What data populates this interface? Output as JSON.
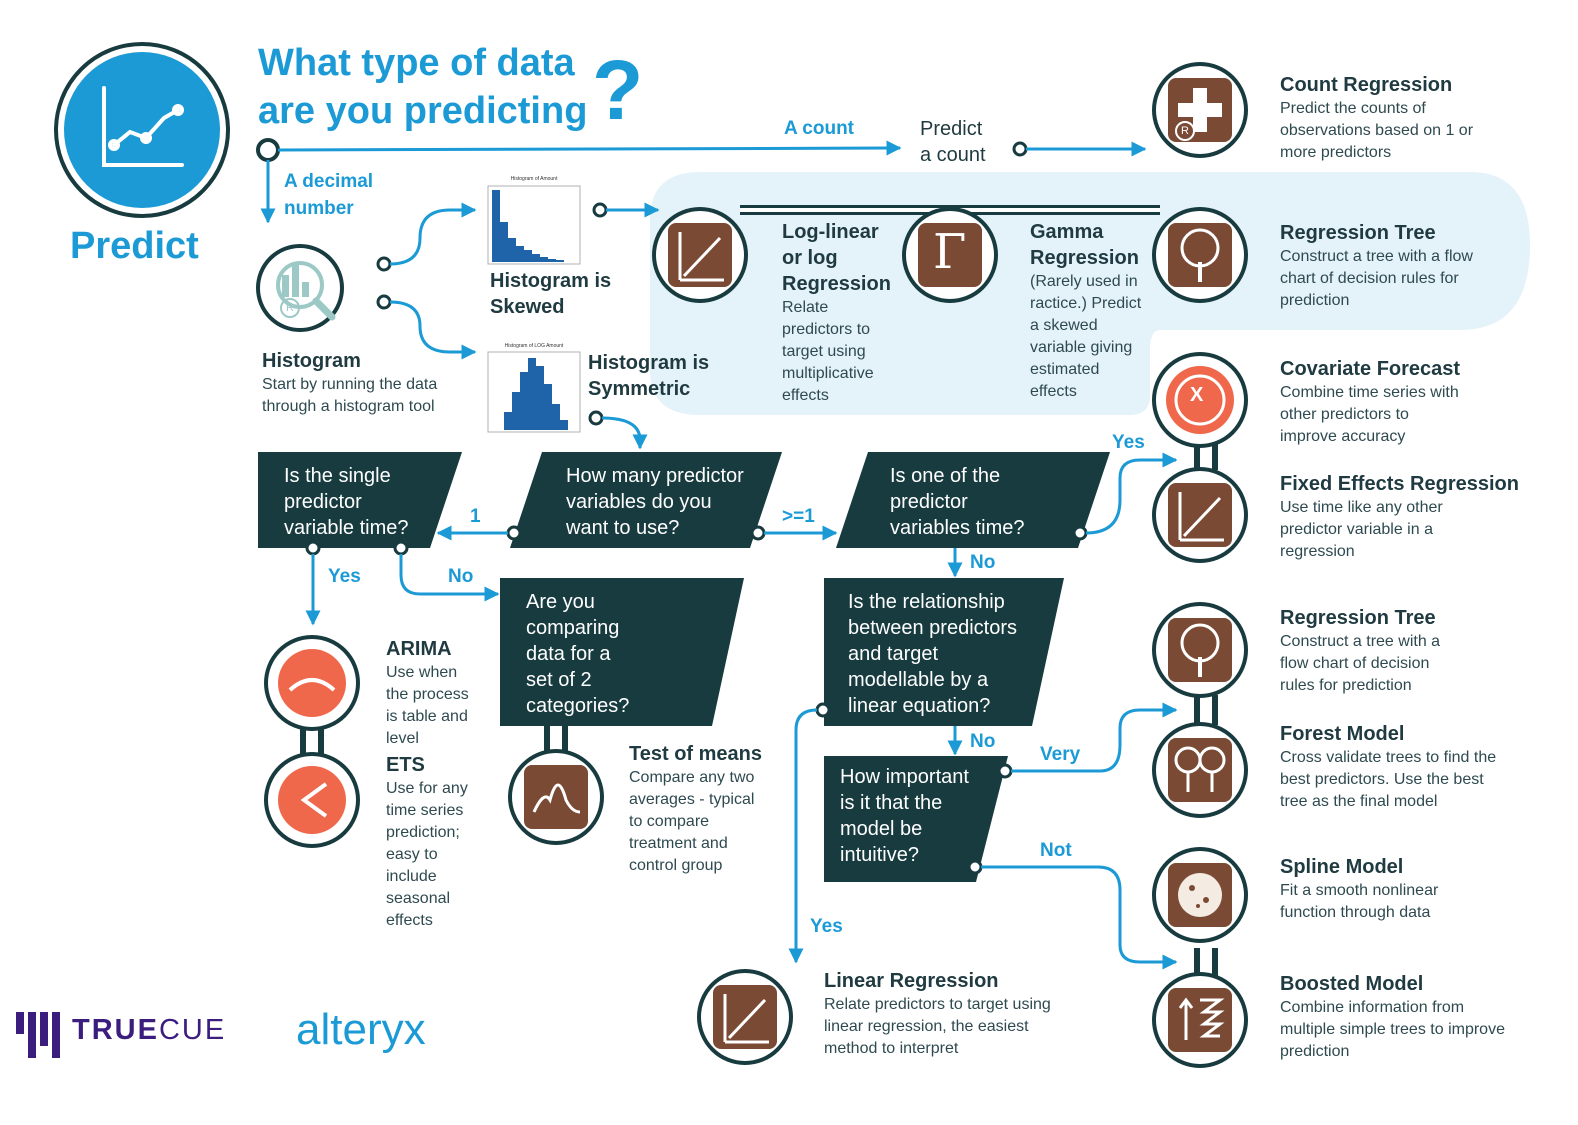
{
  "header": {
    "title_line1": "What type of data",
    "title_line2": "are you predicting",
    "qmark": "?",
    "predict_label": "Predict"
  },
  "labels": {
    "a_count": "A count",
    "predict_count_1": "Predict",
    "predict_count_2": "a count",
    "decimal_1": "A decimal",
    "decimal_2": "number",
    "hist_skewed_1": "Histogram is",
    "hist_skewed_2": "Skewed",
    "hist_sym_1": "Histogram is",
    "hist_sym_2": "Symmetric",
    "one": "1",
    "ge1": ">=1",
    "yes_top": "Yes",
    "yes_left": "Yes",
    "no_left": "No",
    "no_mid1": "No",
    "no_mid2": "No",
    "very": "Very",
    "not": "Not",
    "yes_bottom": "Yes"
  },
  "histogram": {
    "title": "Histogram",
    "desc_1": "Start by running the data",
    "desc_2": "through a histogram tool"
  },
  "questions": {
    "single_time": [
      "Is the single",
      "predictor",
      "variable time?"
    ],
    "how_many": [
      "How many predictor",
      "variables do you",
      "want to use?"
    ],
    "one_time": [
      "Is one of the",
      "predictor",
      "variables time?"
    ],
    "comparing": [
      "Are you",
      "comparing",
      "data for a",
      "set of 2",
      "categories?"
    ],
    "linear_eq": [
      "Is the relationship",
      "between predictors",
      "and target",
      "modellable by a",
      "linear equation?"
    ],
    "intuitive": [
      "How important",
      "is it that the",
      "model be",
      "intuitive?"
    ]
  },
  "models": {
    "count_regression": {
      "title": "Count Regression",
      "desc": [
        "Predict the counts of",
        "observations based on 1 or",
        "more predictors"
      ]
    },
    "loglinear": {
      "title": [
        "Log-linear",
        "or log",
        "Regression"
      ],
      "desc": [
        "Relate",
        "predictors to",
        "target using",
        "multiplicative",
        "effects"
      ]
    },
    "gamma": {
      "title": [
        "Gamma",
        "Regression"
      ],
      "desc": [
        "(Rarely used in",
        "ractice.) Predict",
        "a skewed",
        "variable giving",
        "estimated",
        "effects"
      ]
    },
    "regression_tree_top": {
      "title": "Regression Tree",
      "desc": [
        "Construct a tree with a flow",
        "chart of decision rules for",
        "prediction"
      ]
    },
    "covariate": {
      "title": "Covariate Forecast",
      "desc": [
        "Combine time series with",
        "other predictors to",
        "improve accuracy"
      ]
    },
    "fixed_effects": {
      "title": "Fixed Effects Regression",
      "desc": [
        "Use time like any other",
        "predictor variable in a",
        "regression"
      ]
    },
    "regression_tree_mid": {
      "title": "Regression Tree",
      "desc": [
        "Construct a tree with a",
        "flow chart of decision",
        "rules for prediction"
      ]
    },
    "forest": {
      "title": "Forest Model",
      "desc": [
        "Cross validate trees to find the",
        "best predictors. Use the best",
        "tree as the final model"
      ]
    },
    "spline": {
      "title": "Spline Model",
      "desc": [
        "Fit a smooth nonlinear",
        "function through data"
      ]
    },
    "boosted": {
      "title": "Boosted Model",
      "desc": [
        "Combine information from",
        "multiple simple trees to improve",
        "prediction"
      ]
    },
    "arima": {
      "title": "ARIMA",
      "desc": [
        "Use when",
        "the process",
        "is table and",
        "level"
      ]
    },
    "ets": {
      "title": "ETS",
      "desc": [
        "Use for any",
        "time series",
        "prediction;",
        "easy to",
        "include",
        "seasonal",
        "effects"
      ]
    },
    "test_means": {
      "title": "Test of means",
      "desc": [
        "Compare any two",
        "averages - typical",
        "to compare",
        "treatment and",
        "control group"
      ]
    },
    "linear": {
      "title": "Linear Regression",
      "desc": [
        "Relate predictors to target using",
        "linear regression, the easiest",
        "method to interpret"
      ]
    }
  },
  "mini_charts": {
    "skewed_title": "Histogram of Amount",
    "sym_title": "Histogram of LOG Amount"
  },
  "icons": {
    "r_mark": "R",
    "gamma_glyph": "Γ",
    "x_glyph": "X"
  },
  "brands": {
    "truecue_1": "TRUE",
    "truecue_2": "CUE",
    "alteryx": "alteryx"
  },
  "colors": {
    "accent": "#1b9ad6",
    "dark_box": "#173b3f",
    "brown": "#7a4a35",
    "orange": "#f0684b",
    "teal_icon": "#9cc9c6",
    "purple": "#3b1d7e",
    "highlight": "#e4f2fa"
  }
}
